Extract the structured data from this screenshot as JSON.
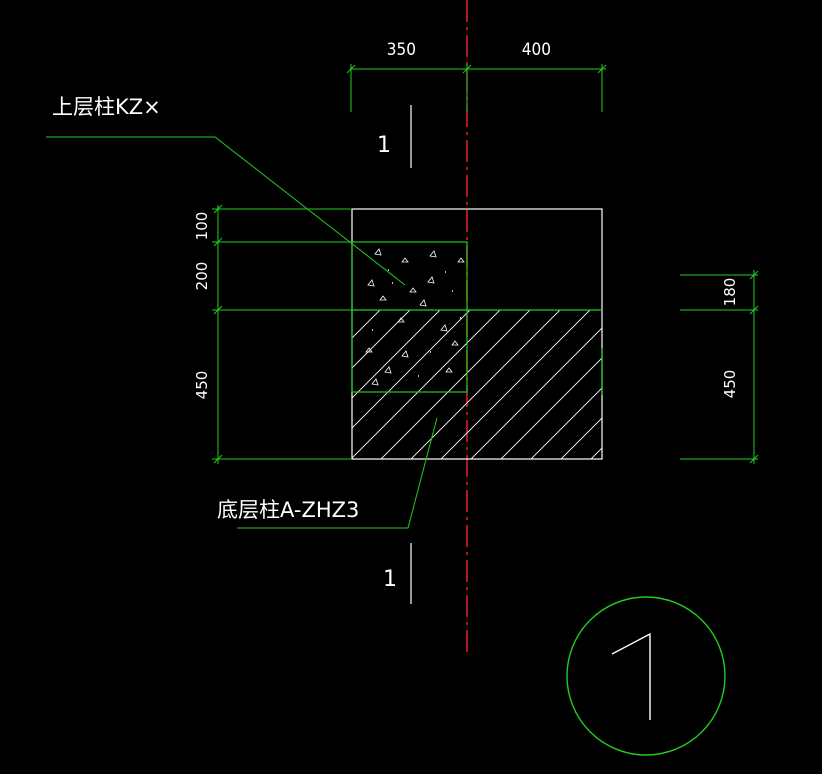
{
  "dimensions": {
    "top_left": "350",
    "top_right": "400",
    "left_top": "100",
    "left_middle": "200",
    "left_bottom": "450",
    "right_top": "180",
    "right_bottom": "450"
  },
  "labels": {
    "upper_column": "上层柱KZ×",
    "lower_column": "底层柱A-ZHZ3"
  },
  "section_marks": {
    "top": "1",
    "bottom": "1"
  },
  "detail_number": "1",
  "colors": {
    "background": "#000000",
    "outline": "#ffffff",
    "leader": "#22cc22",
    "axis": "#ff2020",
    "text": "#ffffff",
    "circle": "#22cc22"
  }
}
